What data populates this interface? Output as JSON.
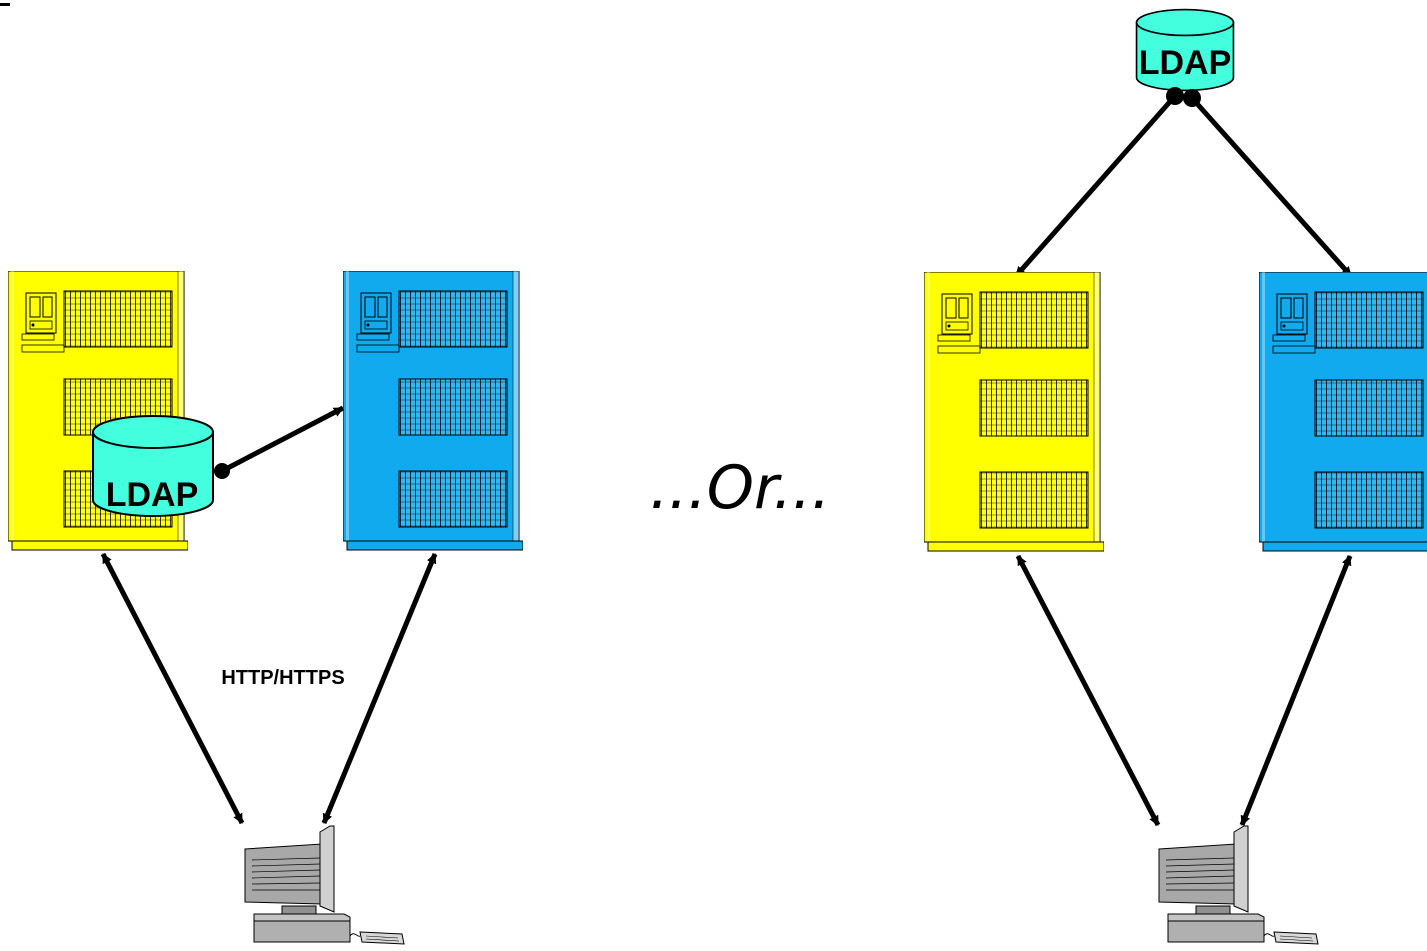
{
  "colors": {
    "server_yellow": "#ffff00",
    "server_blue": "#11aaee",
    "ldap_cylinder": "#44ffdd",
    "workstation_gray": "#b8b8b8"
  },
  "labels": {
    "ldap_left": "LDAP",
    "ldap_right": "LDAP",
    "protocol": "HTTP/HTTPS",
    "separator": "...Or..."
  },
  "icons": {
    "server": "server-tower-icon",
    "database": "ldap-database-icon",
    "client": "workstation-icon"
  }
}
